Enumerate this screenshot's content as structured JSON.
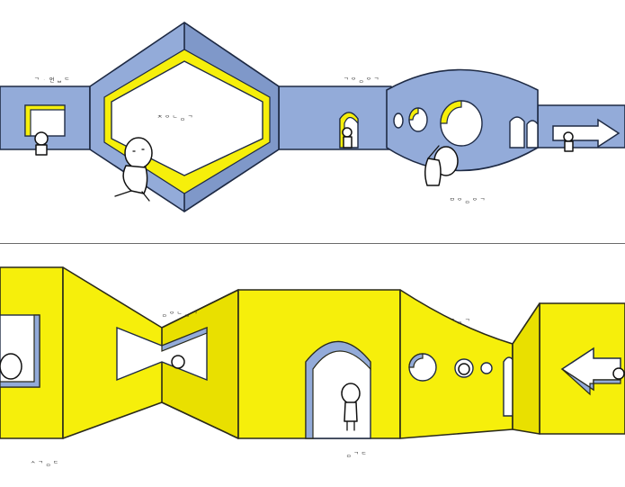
{
  "image": {
    "palette": {
      "blue": "#93abd9",
      "yellow": "#f6ef0b",
      "outline": "#1e2a44"
    }
  },
  "labels": {
    "top": [
      {
        "text": "ᄀ ᆞ 언 ᆸ ᄃ"
      },
      {
        "text": "ᄎ ᄋ ᄂ ᆷ ᄀ"
      },
      {
        "text": "ᄀ ᄋ ᆷ ᄋ ᄀ"
      },
      {
        "text": "ᄇ ᄋ ᆷ ᄋ ᄀ"
      }
    ],
    "bottom": [
      {
        "text": "ᆷ ᄋ ᄂ ᆷ ᄀ"
      },
      {
        "text": "ᄀ ᆷ ᄀ"
      },
      {
        "text": "ᄉ ᄀ ᆷ ᄃ"
      },
      {
        "text": "ᆷ ᄀ ᄃ"
      }
    ]
  }
}
